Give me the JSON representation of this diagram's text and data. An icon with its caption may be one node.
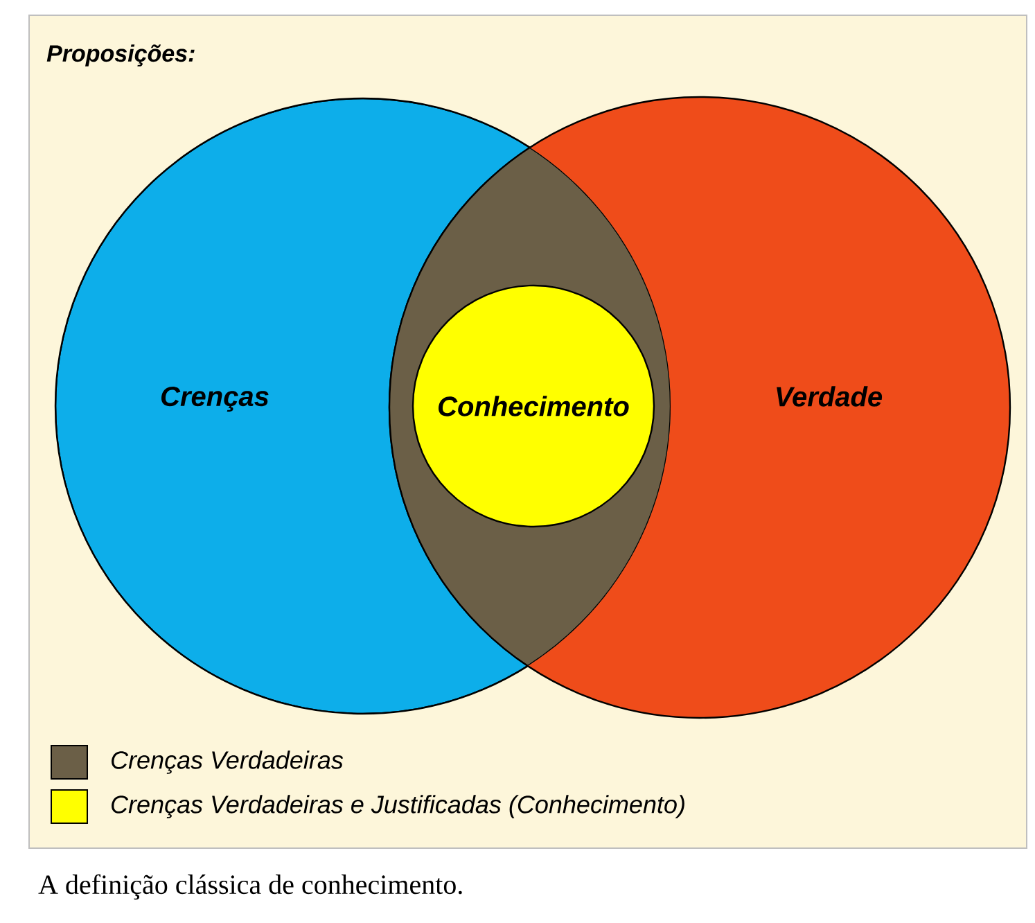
{
  "diagram": {
    "title": "Proposições:",
    "caption": "A definição clássica de conhecimento.",
    "nodes": [
      {
        "text": [
          "Crenças"
        ]
      },
      {
        "text": [
          "Verdade"
        ]
      },
      {
        "text": [
          "Conhecimento"
        ]
      }
    ],
    "legend": [
      {
        "text": "Crenças Verdadeiras",
        "color": "#6b5f47"
      },
      {
        "text": "Crenças Verdadeiras e Justificadas (Conhecimento)",
        "color": "#ffff00"
      }
    ]
  }
}
